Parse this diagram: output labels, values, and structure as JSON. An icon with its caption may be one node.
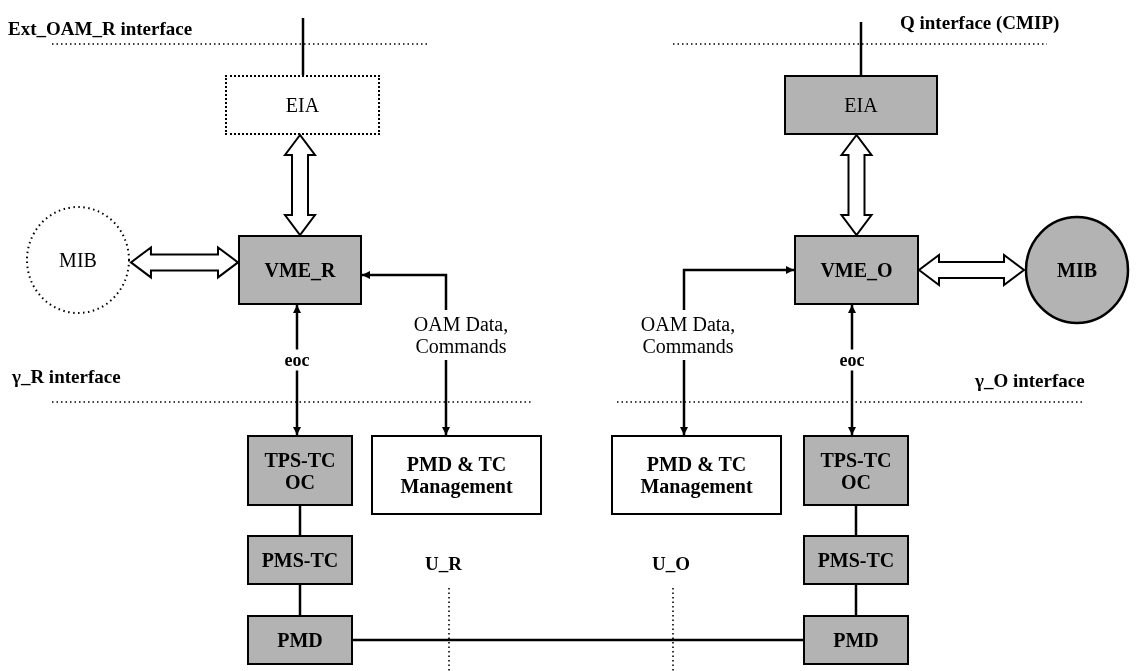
{
  "diagram": {
    "nodes": [
      {
        "text": [
          "EIA"
        ]
      },
      {
        "text": [
          "MIB"
        ]
      },
      {
        "text": [
          "VME_R"
        ]
      },
      {
        "text": [
          "OAM Data, Commands"
        ]
      },
      {
        "text": [
          "TPS-TC OC"
        ]
      },
      {
        "text": [
          "PMD & TC Management"
        ]
      },
      {
        "text": [
          "PMS-TC"
        ]
      },
      {
        "text": [
          "PMD"
        ]
      },
      {
        "text": [
          "EIA"
        ]
      },
      {
        "text": [
          "VME_O"
        ]
      },
      {
        "text": [
          "MIB"
        ]
      },
      {
        "text": [
          "OAM Data, Commands"
        ]
      },
      {
        "text": [
          "TPS-TC OC"
        ]
      },
      {
        "text": [
          "PMD & TC Management"
        ]
      },
      {
        "text": [
          "PMS-TC"
        ]
      },
      {
        "text": [
          "PMD"
        ]
      }
    ],
    "edges": [
      {
        "from": null,
        "to": 0,
        "arrow": "none"
      },
      {
        "from": 0,
        "to": 2,
        "arrow": "both",
        "style": "thick"
      },
      {
        "from": 1,
        "to": 2,
        "arrow": "both",
        "style": "thick"
      },
      {
        "from": 3,
        "to": 2,
        "arrow": "to"
      },
      {
        "from": 2,
        "to": 4,
        "arrow": "both",
        "label": "eoc"
      },
      {
        "from": 3,
        "to": 5,
        "arrow": "to"
      },
      {
        "from": 4,
        "to": 6,
        "arrow": "none"
      },
      {
        "from": 6,
        "to": 7,
        "arrow": "none"
      },
      {
        "from": 7,
        "to": 15,
        "arrow": "none"
      },
      {
        "from": null,
        "to": 8,
        "arrow": "none"
      },
      {
        "from": 8,
        "to": 9,
        "arrow": "both",
        "style": "thick"
      },
      {
        "from": 9,
        "to": 10,
        "arrow": "both",
        "style": "thick"
      },
      {
        "from": 11,
        "to": 9,
        "arrow": "to"
      },
      {
        "from": 9,
        "to": 12,
        "arrow": "both",
        "label": "eoc"
      },
      {
        "from": 11,
        "to": 13,
        "arrow": "to"
      },
      {
        "from": 12,
        "to": 14,
        "arrow": "none"
      },
      {
        "from": 14,
        "to": 15,
        "arrow": "none"
      }
    ],
    "labels": [
      "Ext_OAM_R interface",
      "Q interface (CMIP)",
      "γ_R interface",
      "γ_O interface",
      "U_R",
      "U_O"
    ]
  }
}
